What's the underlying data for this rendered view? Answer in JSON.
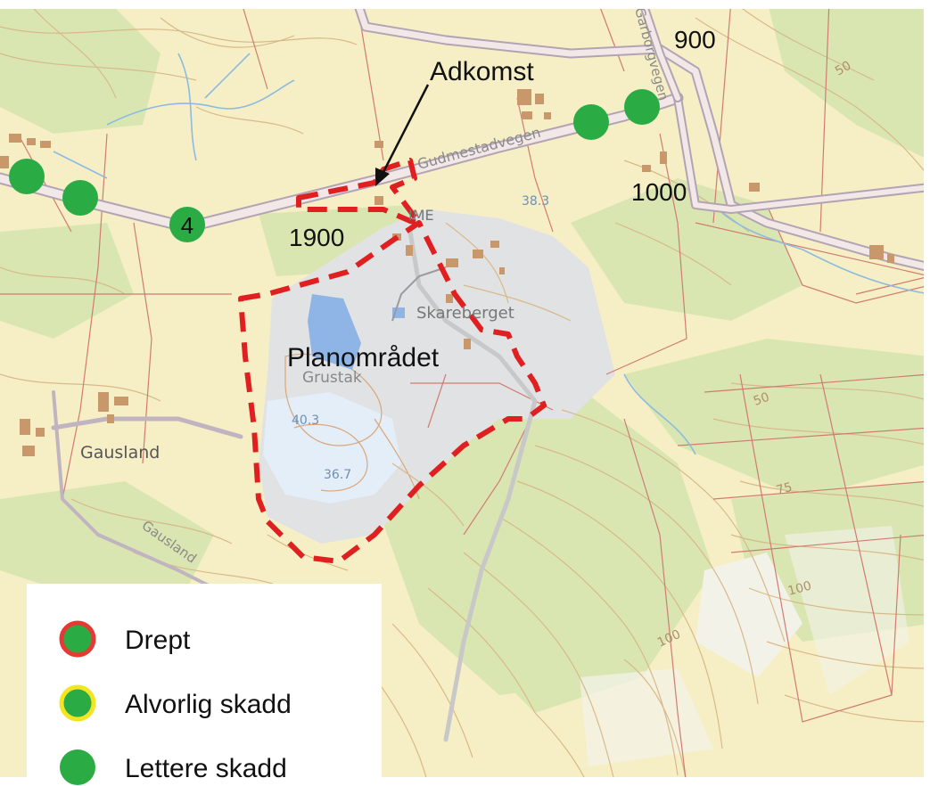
{
  "map": {
    "annotations": {
      "adkomst": "Adkomst",
      "planomradet": "Planområdet",
      "aadt_900": "900",
      "aadt_1000": "1000",
      "aadt_1900": "1900",
      "accident_count": "4"
    },
    "place_labels": {
      "gudmestadvegen": "Gudmestadvegen",
      "garborgvegen": "Garborgvegen",
      "skareberget": "Skareberget",
      "grustak": "Grustak",
      "gausland_place": "Gausland",
      "gausland_road": "Gausland",
      "ime": "IME"
    },
    "elevation_labels": {
      "e_38_3": "38.3",
      "e_40_3": "40.3",
      "e_36_7": "36.7",
      "e_50_a": "50",
      "e_50_b": "50",
      "e_75": "75",
      "e_100_a": "100",
      "e_100_b": "100"
    },
    "colors": {
      "base": "#f6efc6",
      "forest": "#d9e6b2",
      "industrial": "#e1e2e3",
      "building": "#c9986a",
      "water_line": "#8dbbe0",
      "water_area": "#8fb5e6",
      "contour": "#d8b98a",
      "boundary": "#e02020",
      "property_line": "#d07b72",
      "road_fill": "#f2e8e8",
      "road_border": "#b3a3b3",
      "marker_green": "#2bab44",
      "ring_killed": "#e53935",
      "ring_serious": "#f3e524"
    }
  },
  "legend": {
    "drept": "Drept",
    "alvorlig_skadd": "Alvorlig skadd",
    "lettere_skadd": "Lettere skadd"
  }
}
